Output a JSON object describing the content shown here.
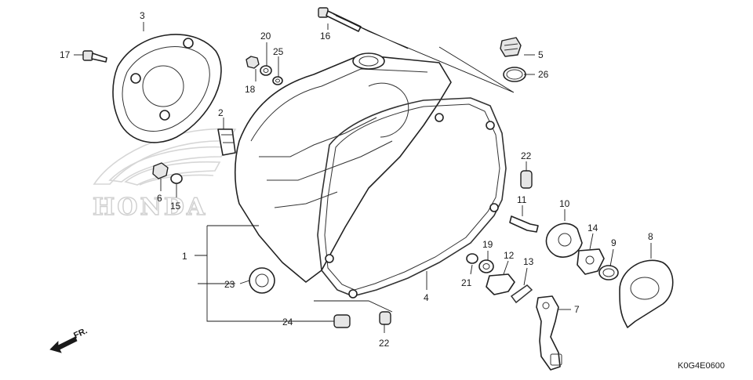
{
  "diagram": {
    "code": "K0G4E0600",
    "watermark": "HONDA",
    "fr_label": "FR.",
    "callouts": {
      "c1": "1",
      "c2": "2",
      "c3": "3",
      "c4": "4",
      "c5": "5",
      "c6": "6",
      "c7": "7",
      "c8": "8",
      "c9": "9",
      "c10": "10",
      "c11": "11",
      "c12": "12",
      "c13": "13",
      "c14": "14",
      "c15": "15",
      "c16": "16",
      "c17": "17",
      "c18": "18",
      "c19": "19",
      "c20": "20",
      "c21": "21",
      "c22a": "22",
      "c22b": "22",
      "c23": "23",
      "c24": "24",
      "c25": "25",
      "c26": "26"
    }
  }
}
